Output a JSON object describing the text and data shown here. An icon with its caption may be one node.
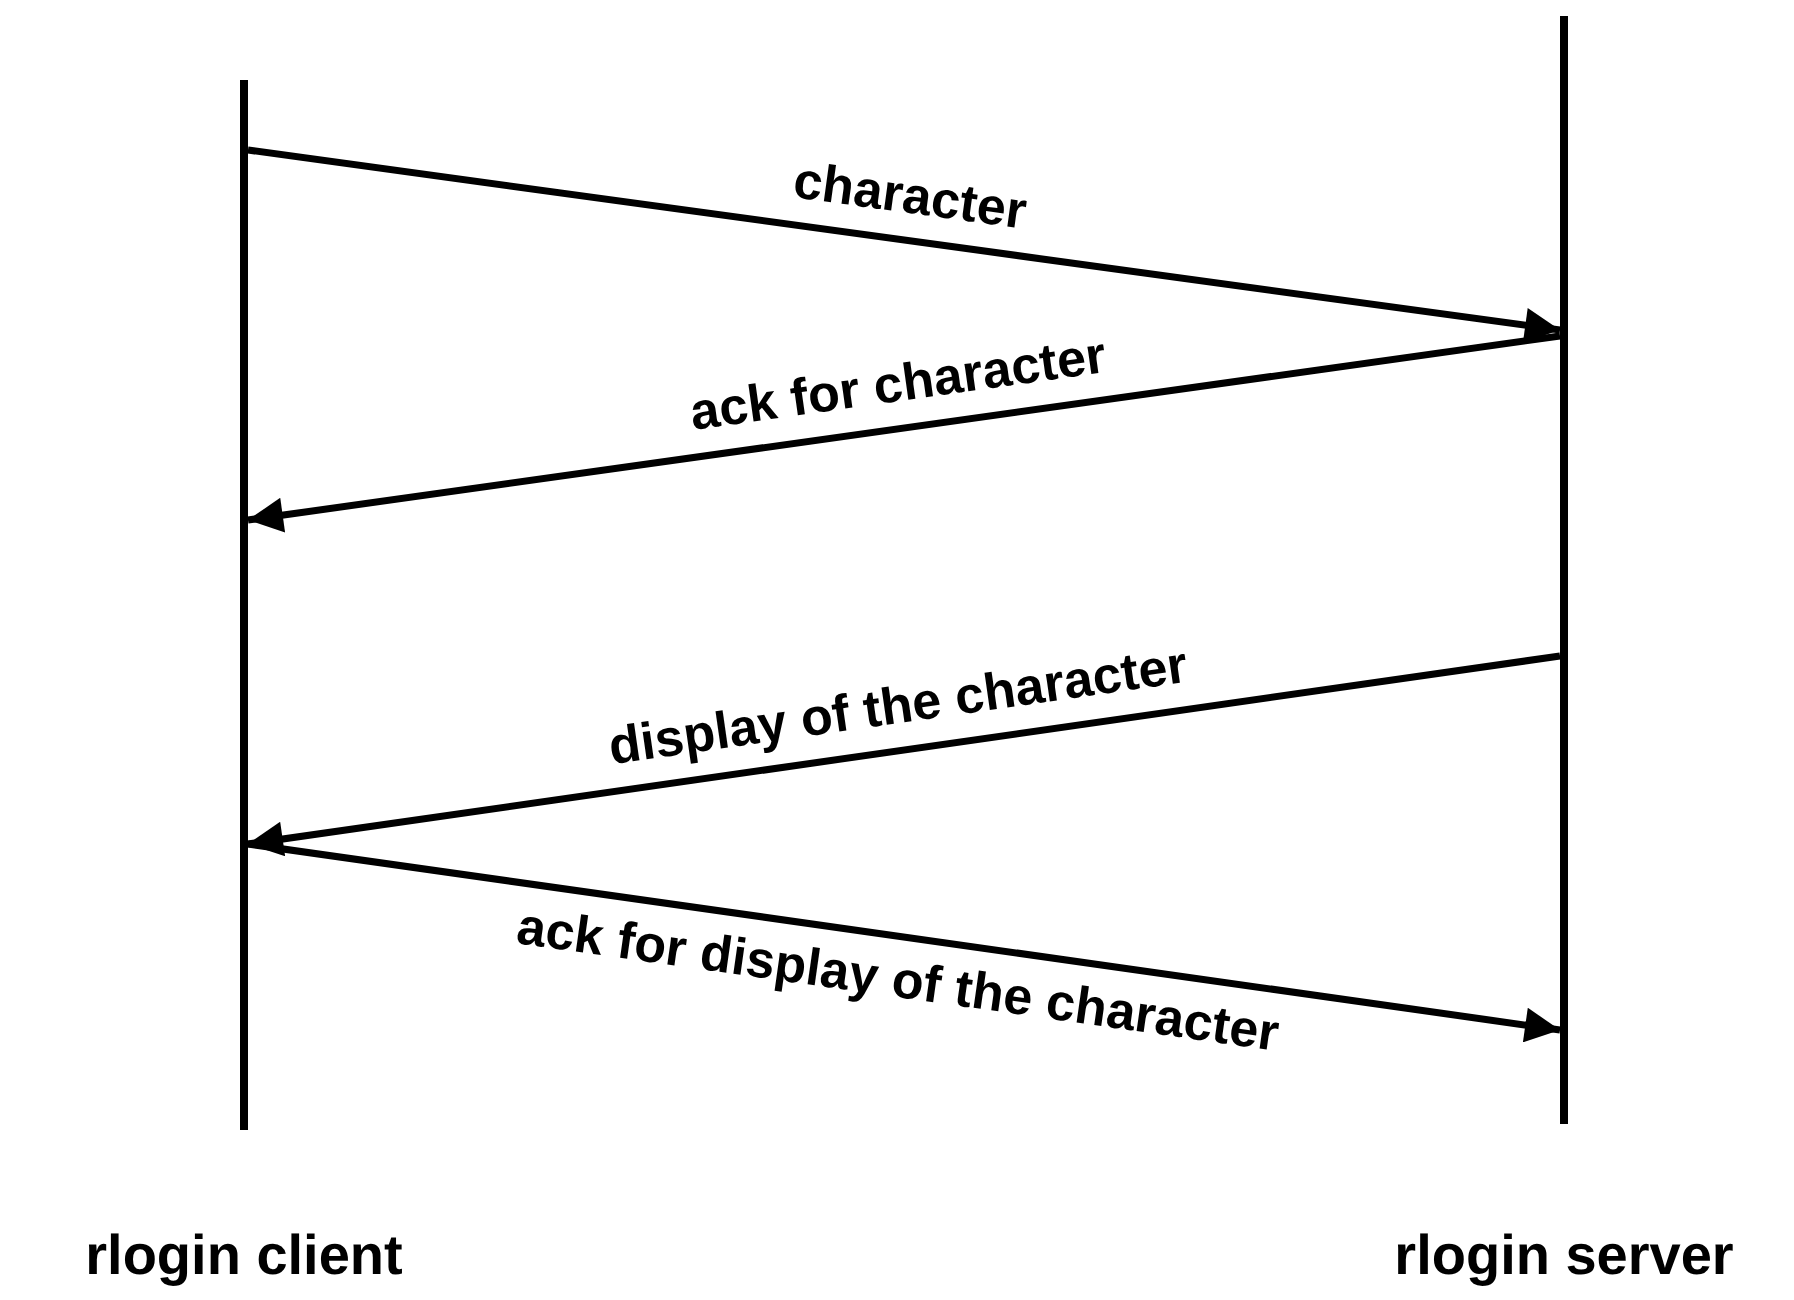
{
  "diagram": {
    "nodes": [
      {
        "text": [
          "rlogin client"
        ]
      },
      {
        "text": [
          "rlogin server"
        ]
      }
    ],
    "edges": [
      {
        "from": 0,
        "to": 1,
        "label": "character",
        "arrow": "to"
      },
      {
        "from": 1,
        "to": 0,
        "label": "ack for character",
        "arrow": "to"
      },
      {
        "from": 1,
        "to": 0,
        "label": "display of the character",
        "arrow": "to"
      },
      {
        "from": 0,
        "to": 1,
        "label": "ack for display of the character",
        "arrow": "to"
      }
    ]
  }
}
